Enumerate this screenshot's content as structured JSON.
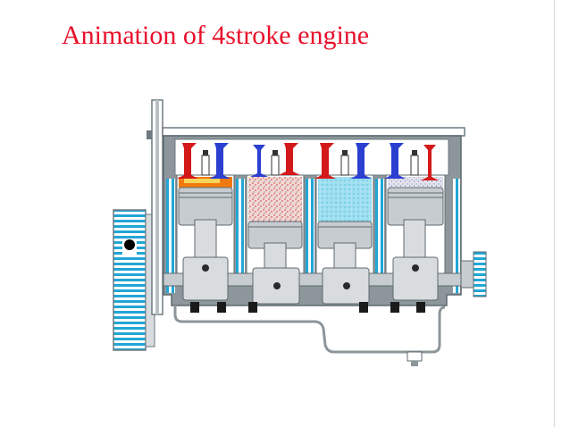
{
  "slide": {
    "title": "Animation of 4stroke engine"
  },
  "colors": {
    "title": "#e8102a",
    "engine_block": "#8d969a",
    "cylinder_wall": "#6d7a80",
    "hatch_blue": "#22a6d6",
    "intake_valve": "#2b3fd1",
    "exhaust_valve": "#d41919",
    "fuel_mixture": "#d98a8a",
    "compressed_charge": "#7fd3ea",
    "combustion": "#f07a10",
    "exhaust_gas": "#b0b0d8",
    "piston": "#c6ccd0",
    "background": "#ffffff"
  },
  "engine": {
    "cylinders": [
      {
        "stroke": "power",
        "valve_state": "both-closed"
      },
      {
        "stroke": "intake",
        "valve_state": "intake-open"
      },
      {
        "stroke": "compression",
        "valve_state": "both-closed"
      },
      {
        "stroke": "exhaust",
        "valve_state": "exhaust-open"
      }
    ],
    "icons": [
      "flywheel-icon",
      "crank-pulley-icon",
      "spark-plug-icon",
      "valve-spring-icon",
      "oil-drain-plug-icon"
    ]
  }
}
